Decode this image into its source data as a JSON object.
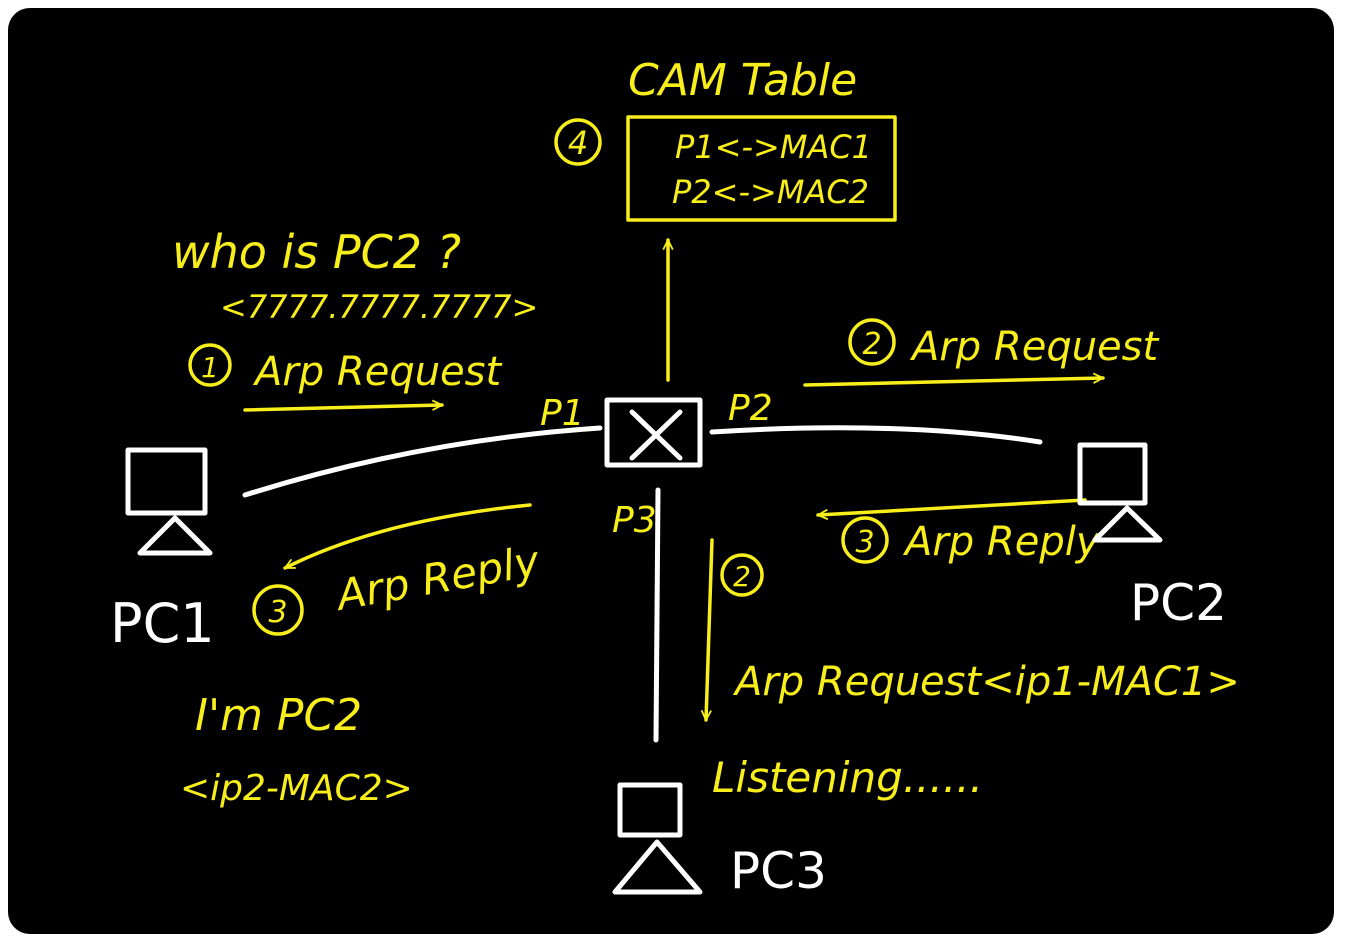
{
  "colors": {
    "background": "#000000",
    "annotation": "#f7ee1b",
    "network": "#ffffff"
  },
  "cam_table": {
    "title": "CAM Table",
    "step": "4",
    "rows": [
      "P1<->MAC1",
      "P2<->MAC2"
    ]
  },
  "switch": {
    "icon": "switch-x-icon",
    "ports": {
      "p1": "P1",
      "p2": "P2",
      "p3": "P3"
    }
  },
  "hosts": {
    "pc1": "PC1",
    "pc2": "PC2",
    "pc3": "PC3"
  },
  "step1": {
    "question": "who is PC2 ?",
    "mac": "<7777.7777.7777>",
    "step": "1",
    "label": "Arp Request"
  },
  "step2_p2": {
    "step": "2",
    "label": "Arp Request"
  },
  "step2_p3": {
    "step": "2",
    "label": "Arp Request<ip1-MAC1>",
    "status": "Listening......"
  },
  "step3_pc2": {
    "step": "3",
    "label": "Arp Reply"
  },
  "step3_pc1": {
    "step": "3",
    "label": "Arp Reply",
    "reply": "I'm PC2",
    "mac": "<ip2-MAC2>"
  }
}
